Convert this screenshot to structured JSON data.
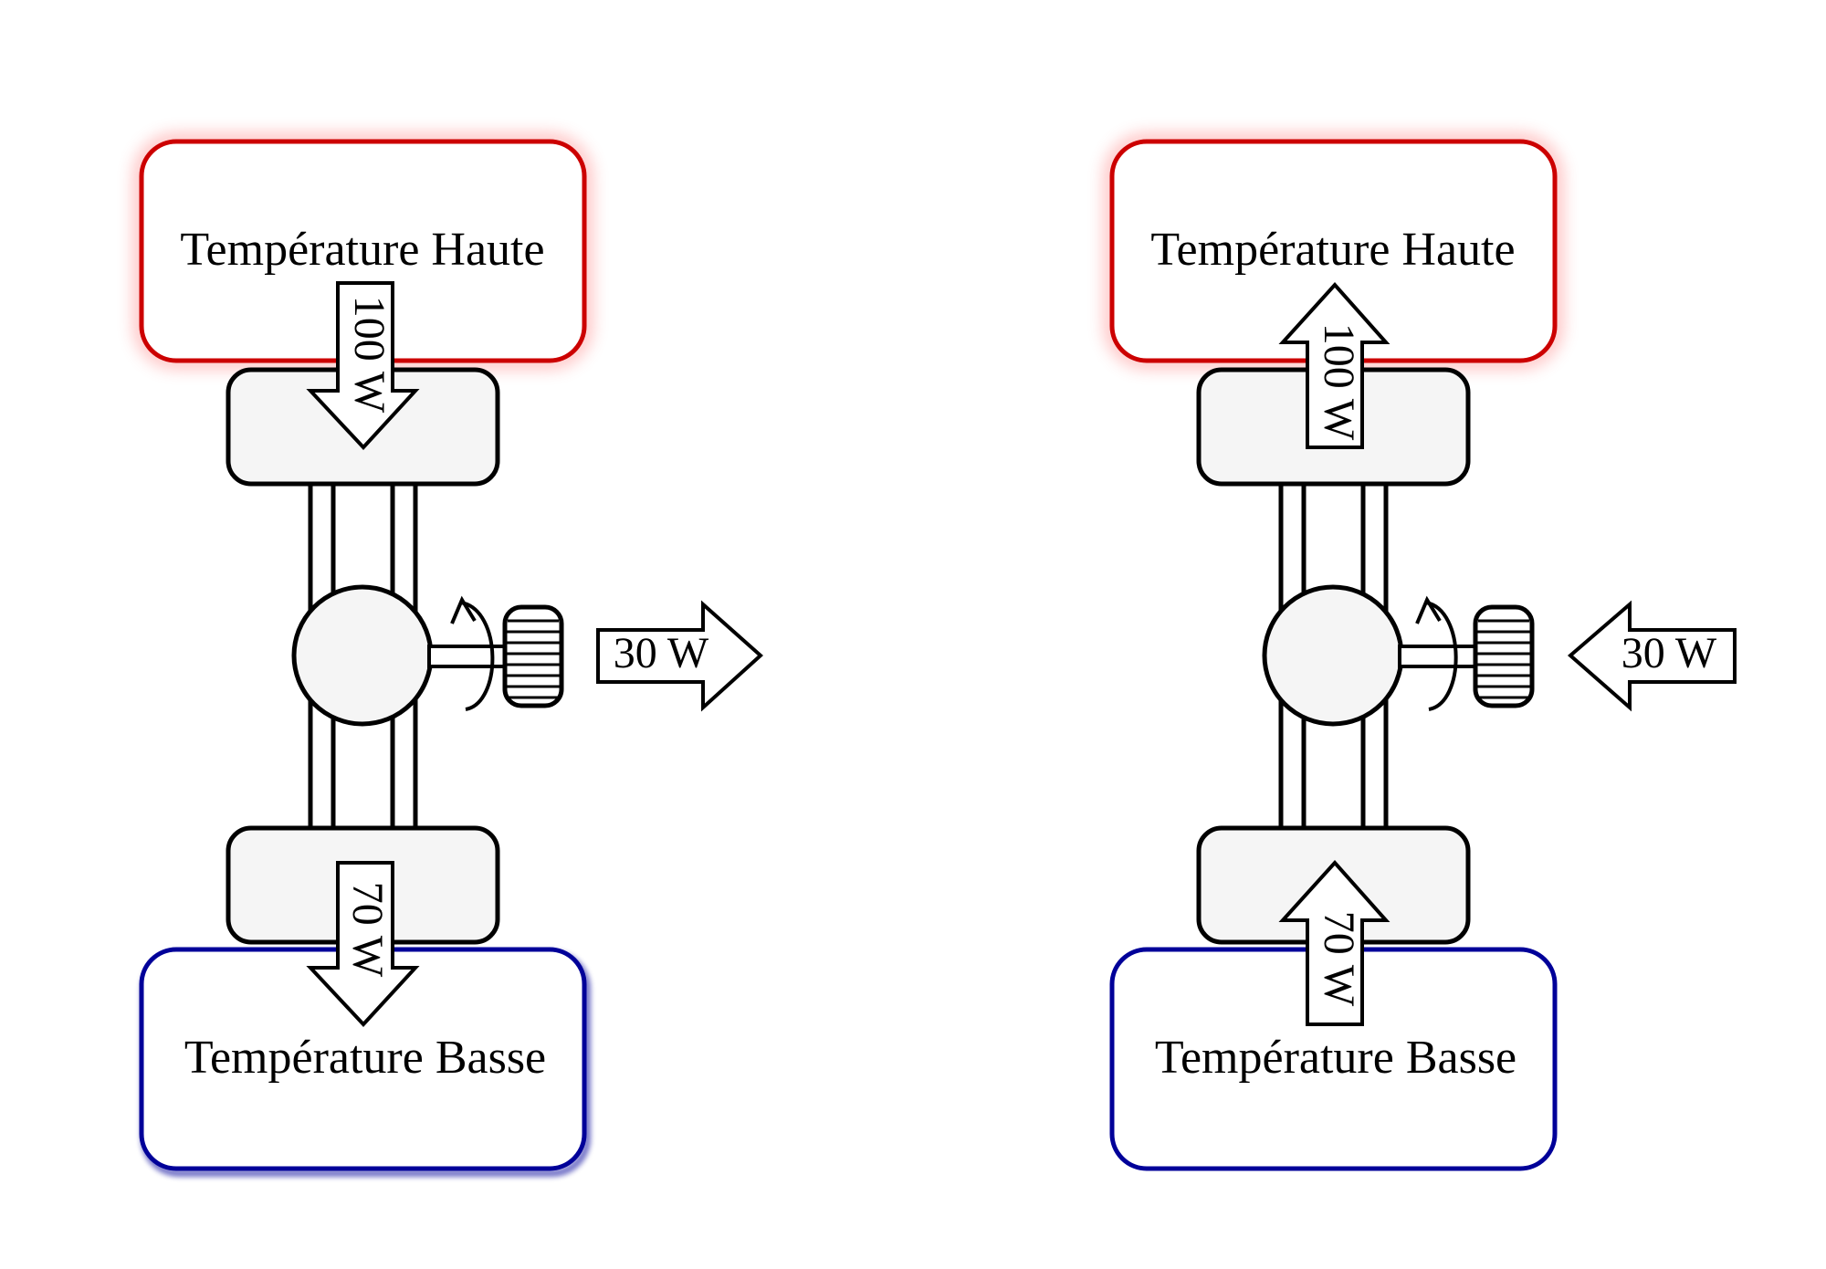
{
  "colors": {
    "hot": "#cc0000",
    "cold": "#000099",
    "stroke": "#000000",
    "fill": "#f5f5f5",
    "background": "#ffffff"
  },
  "engine": {
    "hot_reservoir": "Température Haute",
    "cold_reservoir": "Température Basse",
    "heat_in": "100 W",
    "heat_out": "70 W",
    "work": "30 W"
  },
  "heat_pump": {
    "hot_reservoir": "Température Haute",
    "cold_reservoir": "Température Basse",
    "heat_out": "100 W",
    "heat_in": "70 W",
    "work": "30 W"
  }
}
